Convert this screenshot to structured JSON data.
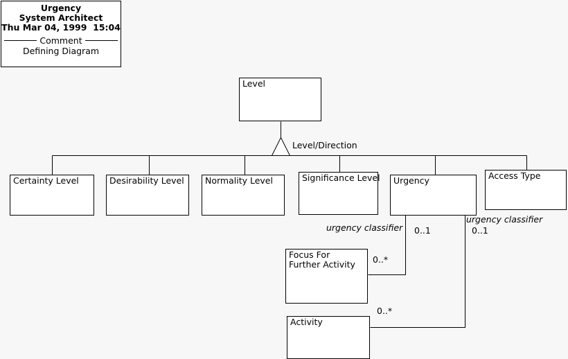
{
  "diagram": {
    "background": "#f7f7f7",
    "line_color": "#000000",
    "box_fill": "#ffffff"
  },
  "title_block": {
    "name": "Urgency",
    "author": "System Architect",
    "timestamp": "Thu Mar 04, 1999  15:04",
    "divider_label": "Comment",
    "comment": "Defining Diagram"
  },
  "classes": {
    "level": "Level",
    "certainty_level": "Certainty Level",
    "desirability_level": "Desirability Level",
    "normality_level": "Normality Level",
    "significance_level": "Significance Level",
    "urgency": "Urgency",
    "access_type": "Access Type",
    "focus_for_further_activity": "Focus For\nFurther Activity",
    "activity": "Activity"
  },
  "labels": {
    "discriminator": "Level/Direction",
    "role_urgency_classifier_1": "urgency classifier",
    "role_urgency_classifier_2": "urgency classifier",
    "mult_focus_near": "0..1",
    "mult_focus_far": "0..*",
    "mult_activity_near": "0..1",
    "mult_activity_far": "0..*"
  }
}
